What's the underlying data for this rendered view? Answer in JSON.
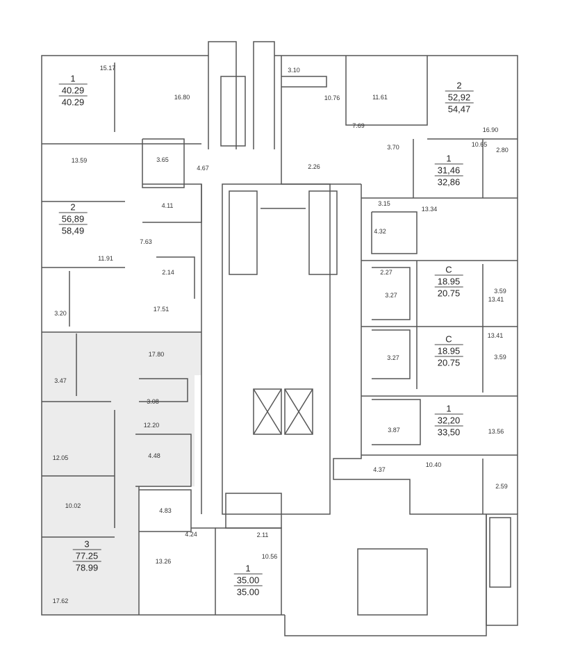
{
  "apartments": [
    {
      "rooms": "1",
      "living_area": "40.29",
      "total_area": "40.29"
    },
    {
      "rooms": "2",
      "living_area": "56,89",
      "total_area": "58,49"
    },
    {
      "rooms": "3",
      "living_area": "77.25",
      "total_area": "78.99"
    },
    {
      "rooms": "1",
      "living_area": "35.00",
      "total_area": "35.00"
    },
    {
      "rooms": "2",
      "living_area": "52,92",
      "total_area": "54,47"
    },
    {
      "rooms": "1",
      "living_area": "31,46",
      "total_area": "32,86"
    },
    {
      "rooms": "С",
      "living_area": "18.95",
      "total_area": "20.75"
    },
    {
      "rooms": "С",
      "living_area": "18.95",
      "total_area": "20.75"
    },
    {
      "rooms": "1",
      "living_area": "32,20",
      "total_area": "33,50"
    }
  ],
  "rooms": [
    "15.17",
    "16.80",
    "13.59",
    "3.65",
    "4.67",
    "4.11",
    "7.63",
    "11.91",
    "2.14",
    "3.20",
    "17.51",
    "17.80",
    "3.47",
    "3.08",
    "12.20",
    "12.05",
    "4.48",
    "10.02",
    "4.83",
    "4.24",
    "13.26",
    "17.62",
    "2.11",
    "10.56",
    "3.10",
    "10.76",
    "11.61",
    "7.69",
    "16.90",
    "3.70",
    "10.65",
    "2.80",
    "2.26",
    "3.15",
    "13.34",
    "4.32",
    "2.27",
    "3.27",
    "3.59",
    "13.41",
    "13.41",
    "3.27",
    "3.59",
    "3.87",
    "13.56",
    "10.40",
    "4.37",
    "2.59"
  ],
  "colors": {
    "wall": "#555555",
    "highlight": "#ececec"
  }
}
